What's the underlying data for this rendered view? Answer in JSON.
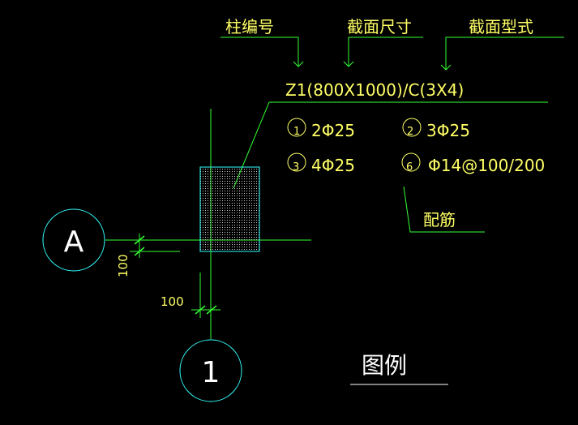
{
  "headers": {
    "column_number": "柱编号",
    "section_size": "截面尺寸",
    "section_type": "截面型式"
  },
  "spec_line": "Z1(800X1000)/C(3X4)",
  "rebar": [
    {
      "marker": "1",
      "text": "2Φ25"
    },
    {
      "marker": "2",
      "text": "3Φ25"
    },
    {
      "marker": "3",
      "text": "4Φ25"
    },
    {
      "marker": "6",
      "text": "Φ14@100/200"
    }
  ],
  "rebar_label": "配筋",
  "axis_labels": {
    "horizontal": "A",
    "vertical": "1"
  },
  "dimensions": {
    "vertical_offset": "100",
    "horizontal_offset": "100"
  },
  "legend_title": "图例",
  "colors": {
    "background": "#000000",
    "text": "#ffff66",
    "leader": "#33ff33",
    "axis": "#33ff33",
    "column_box": "#33ffff",
    "dimension": "#33ff33",
    "legend_underline": "#ffffff"
  }
}
